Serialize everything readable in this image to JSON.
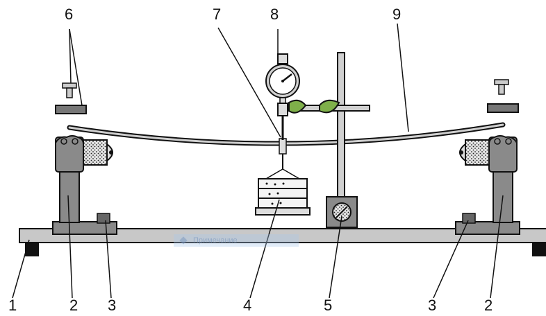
{
  "labels": {
    "l1": "1",
    "l2a": "2",
    "l3a": "3",
    "l4": "4",
    "l5": "5",
    "l3b": "3",
    "l2b": "2",
    "l6": "6",
    "l7": "7",
    "l8": "8",
    "l9": "9"
  },
  "watermark": {
    "text": "Примечание"
  },
  "colors": {
    "metal": "#8a8a8a",
    "metal_dark": "#6e6e6e",
    "light": "#d0d0d0",
    "leaf": "#7fb04a",
    "outline": "#111111"
  }
}
